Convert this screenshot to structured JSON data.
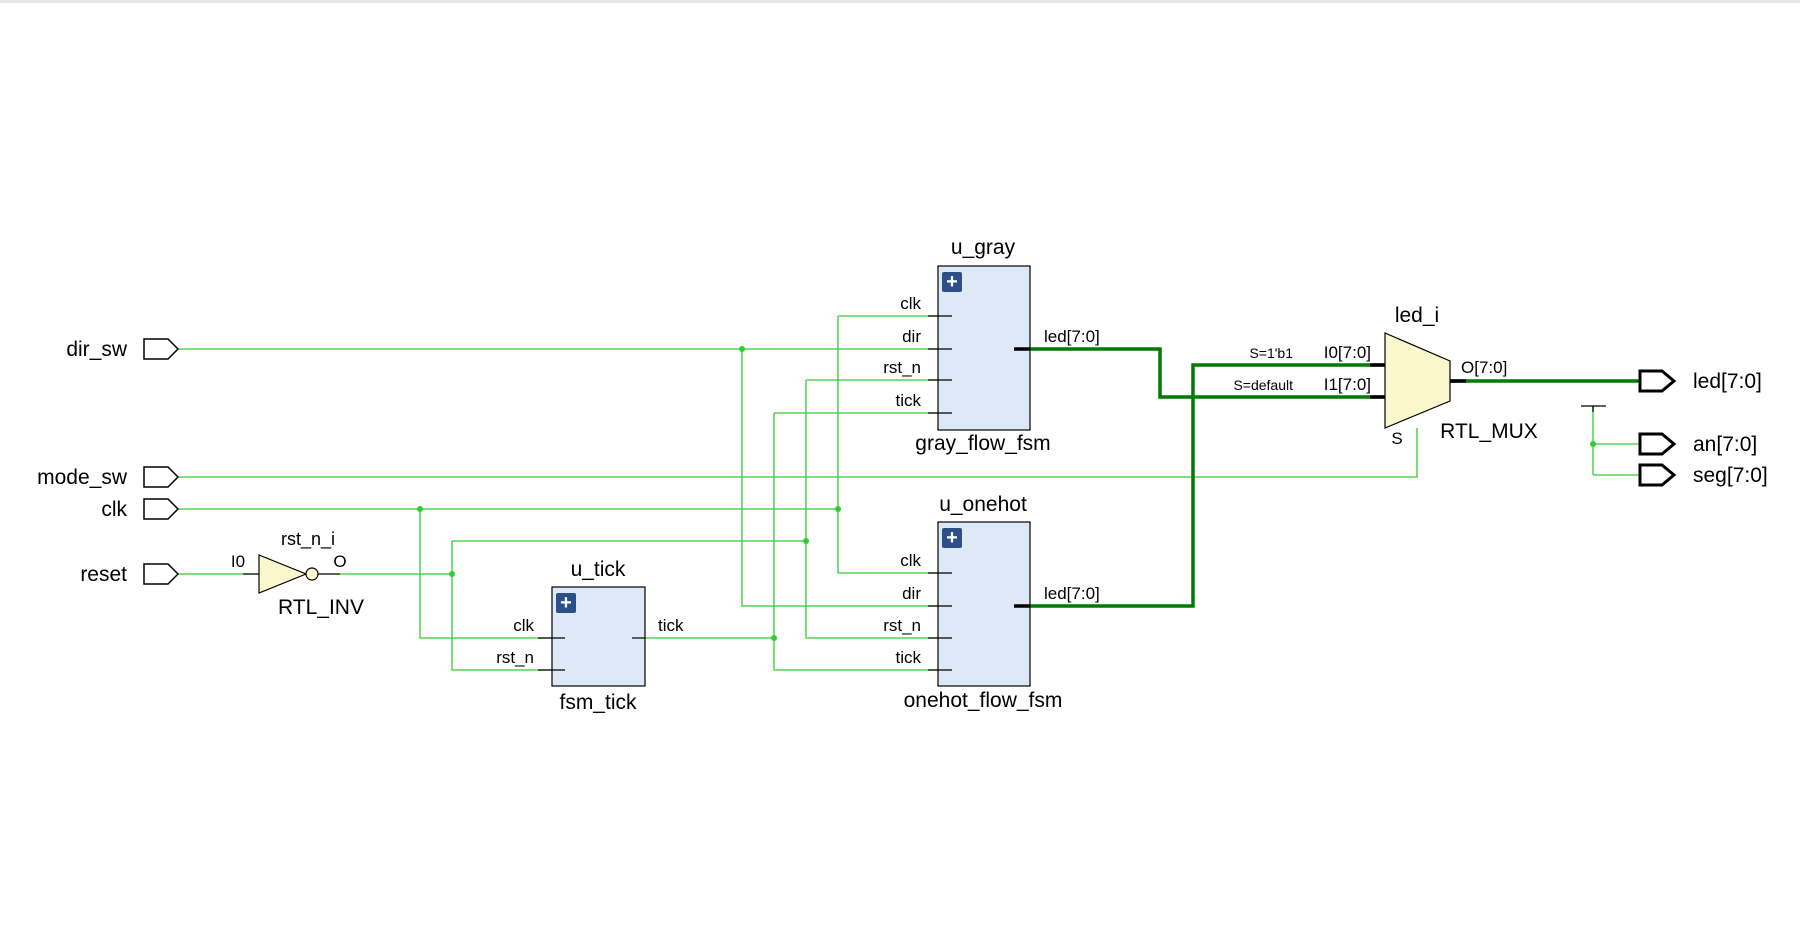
{
  "inputs": {
    "dir_sw": "dir_sw",
    "mode_sw": "mode_sw",
    "clk": "clk",
    "reset": "reset"
  },
  "outputs": {
    "led": "led[7:0]",
    "an": "an[7:0]",
    "seg": "seg[7:0]"
  },
  "inv": {
    "instance": "rst_n_i",
    "type": "RTL_INV",
    "in_pin": "I0",
    "out_pin": "O"
  },
  "tick": {
    "instance": "u_tick",
    "module": "fsm_tick",
    "pins": {
      "clk": "clk",
      "rst_n": "rst_n",
      "tick": "tick"
    }
  },
  "gray": {
    "instance": "u_gray",
    "module": "gray_flow_fsm",
    "pins": {
      "clk": "clk",
      "dir": "dir",
      "rst_n": "rst_n",
      "tick": "tick",
      "led": "led[7:0]"
    }
  },
  "onehot": {
    "instance": "u_onehot",
    "module": "onehot_flow_fsm",
    "pins": {
      "clk": "clk",
      "dir": "dir",
      "rst_n": "rst_n",
      "tick": "tick",
      "led": "led[7:0]"
    }
  },
  "mux": {
    "instance": "led_i",
    "type": "RTL_MUX",
    "i0": "I0[7:0]",
    "i1": "I1[7:0]",
    "out": "O[7:0]",
    "sel": "S",
    "cond0": "S=1'b1",
    "cond1": "S=default"
  },
  "expand_symbol": "+"
}
